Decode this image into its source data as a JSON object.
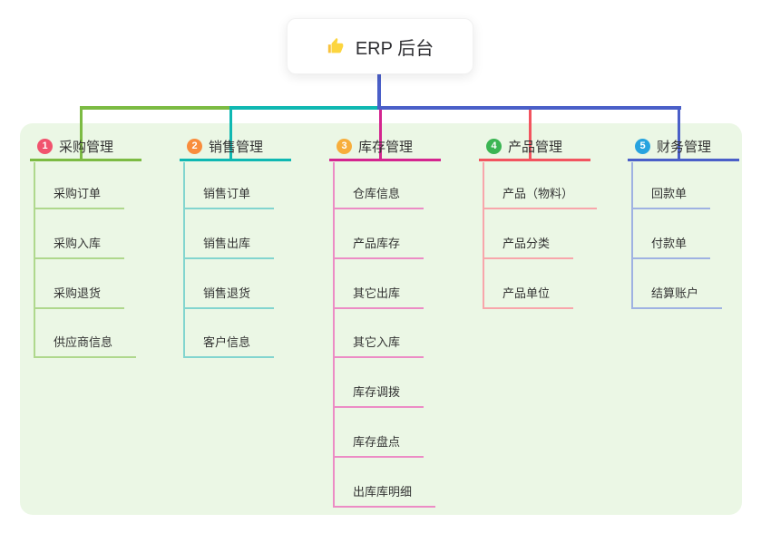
{
  "root": {
    "title": "ERP 后台",
    "icon": "thumbs-up-icon"
  },
  "panel": {
    "background": "#EBF7E5"
  },
  "connector": {
    "root_line_color": "#4A5FC8"
  },
  "branches": [
    {
      "number": "1",
      "label": "采购管理",
      "badge_color": "#F1536E",
      "line_color": "#7CBB43",
      "child_line_color": "#AFD88D",
      "children": [
        "采购订单",
        "采购入库",
        "采购退货",
        "供应商信息"
      ]
    },
    {
      "number": "2",
      "label": "销售管理",
      "badge_color": "#F98D3D",
      "line_color": "#0FB8B2",
      "child_line_color": "#82D5CF",
      "children": [
        "销售订单",
        "销售出库",
        "销售退货",
        "客户信息"
      ]
    },
    {
      "number": "3",
      "label": "库存管理",
      "badge_color": "#F7AE3C",
      "line_color": "#D4258F",
      "child_line_color": "#EC8CC5",
      "children": [
        "仓库信息",
        "产品库存",
        "其它出库",
        "其它入库",
        "库存调拨",
        "库存盘点",
        "出库库明细"
      ]
    },
    {
      "number": "4",
      "label": "产品管理",
      "badge_color": "#3BB553",
      "line_color": "#F2545F",
      "child_line_color": "#F8A6AB",
      "children": [
        "产品（物料）",
        "产品分类",
        "产品单位"
      ]
    },
    {
      "number": "5",
      "label": "财务管理",
      "badge_color": "#27A3DF",
      "line_color": "#4A5FC8",
      "child_line_color": "#9FB2E2",
      "children": [
        "回款单",
        "付款单",
        "结算账户"
      ]
    }
  ]
}
